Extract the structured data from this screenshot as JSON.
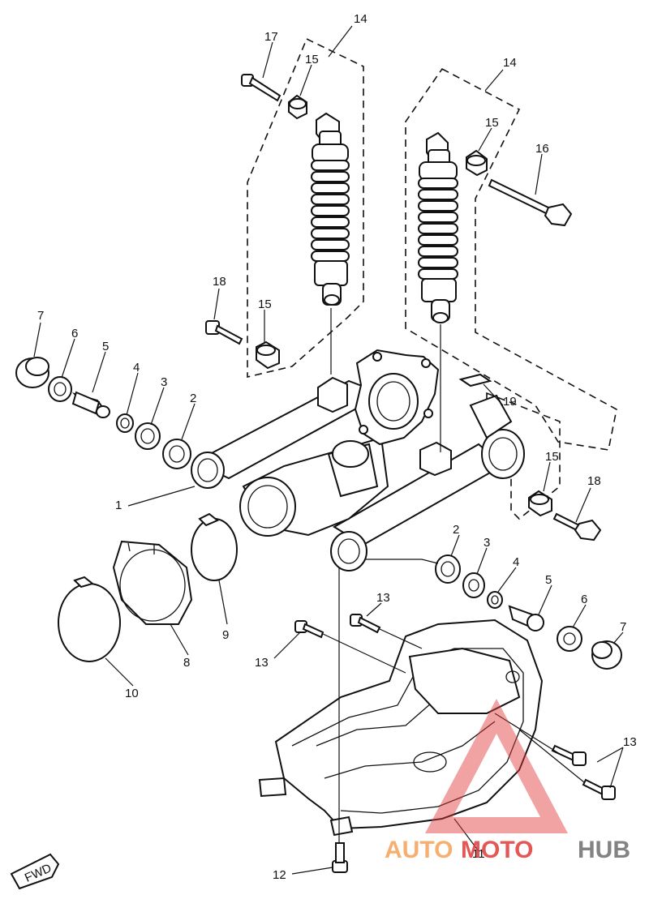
{
  "diagram": {
    "labels": {
      "p1": "1",
      "p2a": "2",
      "p2b": "2",
      "p3a": "3",
      "p3b": "3",
      "p4a": "4",
      "p4b": "4",
      "p5a": "5",
      "p5b": "5",
      "p6a": "6",
      "p6b": "6",
      "p7a": "7",
      "p7b": "7",
      "p8": "8",
      "p9": "9",
      "p10": "10",
      "p11": "11",
      "p12": "12",
      "p13a": "13",
      "p13b": "13",
      "p13c": "13",
      "p14a": "14",
      "p14b": "14",
      "p15a": "15",
      "p15b": "15",
      "p15c": "15",
      "p15d": "15",
      "p16": "16",
      "p17": "17",
      "p18a": "18",
      "p18b": "18",
      "p19": "19"
    },
    "fwd_label": "FWD"
  },
  "watermark": {
    "part1": "AUTO",
    "part2": "MOTO",
    "part3": "HUB",
    "color_orange": "#f4a259",
    "color_red": "#e03a3a",
    "color_gray": "#6e6e6e"
  }
}
